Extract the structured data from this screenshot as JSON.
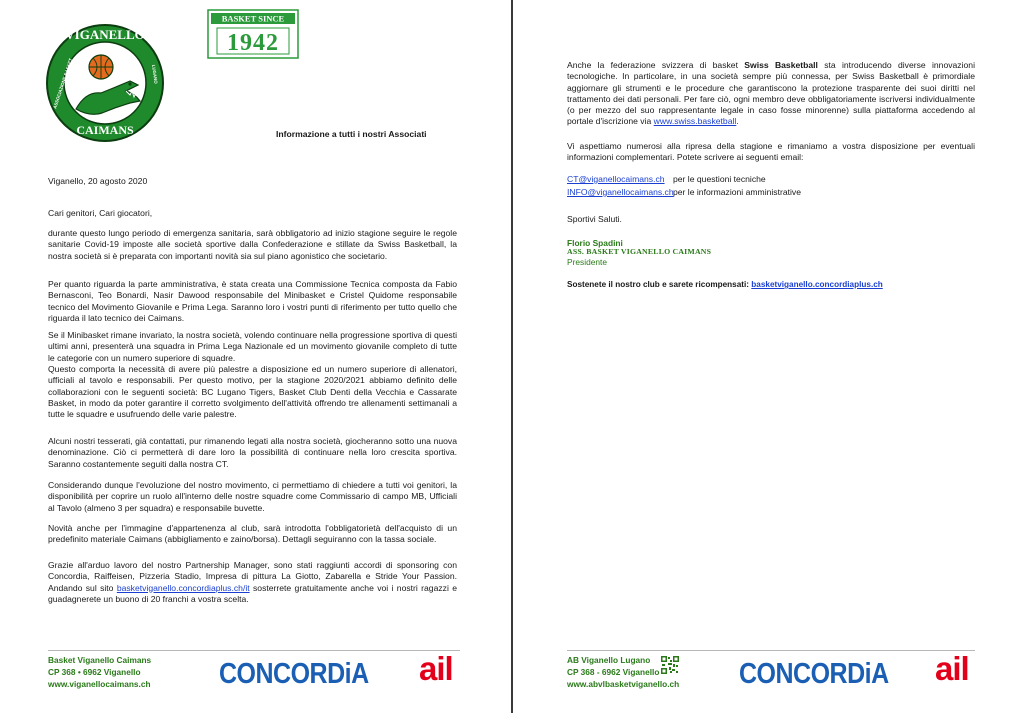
{
  "logo": {
    "top_text": "VIGANELLO",
    "bottom_text": "CAIMANS",
    "left_text": "ASSOCIAZIONE BASKET",
    "right_text": "LUGANO",
    "colors": {
      "green": "#1f8a2c",
      "dark": "#0c3d10",
      "white": "#ffffff"
    }
  },
  "badge": {
    "line1": "BASKET SINCE",
    "line2": "1942"
  },
  "letter": {
    "title": "Informazione a tutti i nostri Associati",
    "date": "Viganello, 20 agosto 2020",
    "salutation": "Cari genitori, Cari giocatori,",
    "para1": "durante questo lungo periodo di emergenza sanitaria, sarà obbligatorio ad inizio stagione seguire le regole sanitarie Covid-19 imposte alle società sportive dalla Confederazione e stillate da Swiss Basketball, la nostra società si è preparata con importanti novità sia sul piano agonistico che societario.",
    "para2": "Per quanto riguarda la parte amministrativa, è stata creata una Commissione Tecnica composta da Fabio Bernasconi, Teo Bonardi, Nasir Dawood responsabile del Minibasket e Cristel Quidome responsabile tecnico del Movimento Giovanile e Prima Lega. Saranno loro i vostri punti di riferimento per tutto quello che riguarda il lato tecnico dei Caimans.",
    "para3": "Se il Minibasket rimane invariato, la nostra società, volendo continuare nella progressione sportiva di questi ultimi anni, presenterà una squadra in Prima Lega Nazionale ed un movimento giovanile completo di tutte le categorie con un numero superiore di squadre.",
    "para4": "Questo comporta la necessità di avere più palestre a disposizione ed un numero superiore di allenatori, ufficiali al tavolo e responsabili. Per questo motivo, per la stagione 2020/2021 abbiamo definito delle collaborazioni con le seguenti società: BC Lugano Tigers, Basket Club Denti della Vecchia e Cassarate Basket, in modo da poter garantire il corretto svolgimento dell'attività offrendo tre allenamenti settimanali a tutte le squadre e usufruendo delle varie palestre.",
    "para5": "Alcuni nostri tesserati, già contattati, pur rimanendo legati alla nostra società, giocheranno sotto una nuova denominazione. Ciò ci permetterà di dare loro la possibilità di continuare nella loro crescita sportiva. Saranno costantemente seguiti dalla nostra CT.",
    "para6": "Considerando dunque l'evoluzione del nostro movimento, ci permettiamo di chiedere a tutti voi genitori, la disponibilità per coprire un ruolo all'interno delle nostre squadre come Commissario di campo MB, Ufficiali al Tavolo (almeno 3 per squadra) e responsabile buvette.",
    "para7": "Novità anche per l'immagine d'appartenenza al club, sarà introdotta l'obbligatorietà dell'acquisto di un predefinito materiale Caimans (abbigliamento e zaino/borsa). Dettagli seguiranno con la tassa sociale.",
    "para8_a": "Grazie all'arduo lavoro del nostro Partnership Manager,  sono stati raggiunti accordi di sponsoring con Concordia, Raiffeisen, Pizzeria Stadio, Impresa di pittura La Giotto, Zabarella e Stride Your Passion. Andando sul sito ",
    "para8_link": "basketviganello.concordiaplus.ch/it",
    "para8_b": " sosterrete gratuitamente anche voi  i nostri ragazzi e guadagnerete un buono di 20 franchi a vostra scelta."
  },
  "right": {
    "para1_a": "Anche la federazione svizzera di basket ",
    "para1_bold": "Swiss Basketball",
    "para1_b": " sta introducendo diverse innovazioni tecnologiche. In particolare, in una società sempre più connessa, per Swiss Basketball è primordiale aggiornare gli strumenti e le procedure che garantiscono la protezione trasparente dei suoi diritti nel trattamento dei dati personali. Per fare ciò, ogni membro deve obbligatoriamente iscriversi individualmente (o per mezzo del suo rappresentante legale in caso fosse minorenne) sulla piattaforma accedendo al portale d'iscrizione via ",
    "para1_link": "www.swiss.basketball",
    "para1_c": ".",
    "para2": "Vi aspettiamo numerosi alla ripresa della stagione e rimaniamo a vostra disposizione per eventuali informazioni complementari. Potete scrivere ai seguenti email:",
    "contact1_email": "CT@viganellocaimans.ch",
    "contact1_desc": "per le questioni tecniche",
    "contact2_email": "INFO@viganellocaimans.ch",
    "contact2_desc": "per le informazioni amministrative",
    "closing": "Sportivi Saluti.",
    "signer_name": "Florio Spadini",
    "signer_assoc": "ASS. BASKET VIGANELLO CAIMANS",
    "signer_role": "Presidente",
    "support_text": "Sostenete il nostro club e sarete ricompensati: ",
    "support_link": "basketviganello.concordiaplus.ch"
  },
  "footer_left": {
    "line1": "Basket Viganello Caimans",
    "line2": "CP 368 • 6962 Viganello",
    "line3": "www.viganellocaimans.ch"
  },
  "footer_right": {
    "line1": "AB Viganello Lugano",
    "line2": "CP 368 - 6962 Viganello",
    "line3": "www.abvlbasketviganello.ch"
  },
  "sponsors": {
    "concordia": "CONCORDiA",
    "ail": "ail"
  }
}
